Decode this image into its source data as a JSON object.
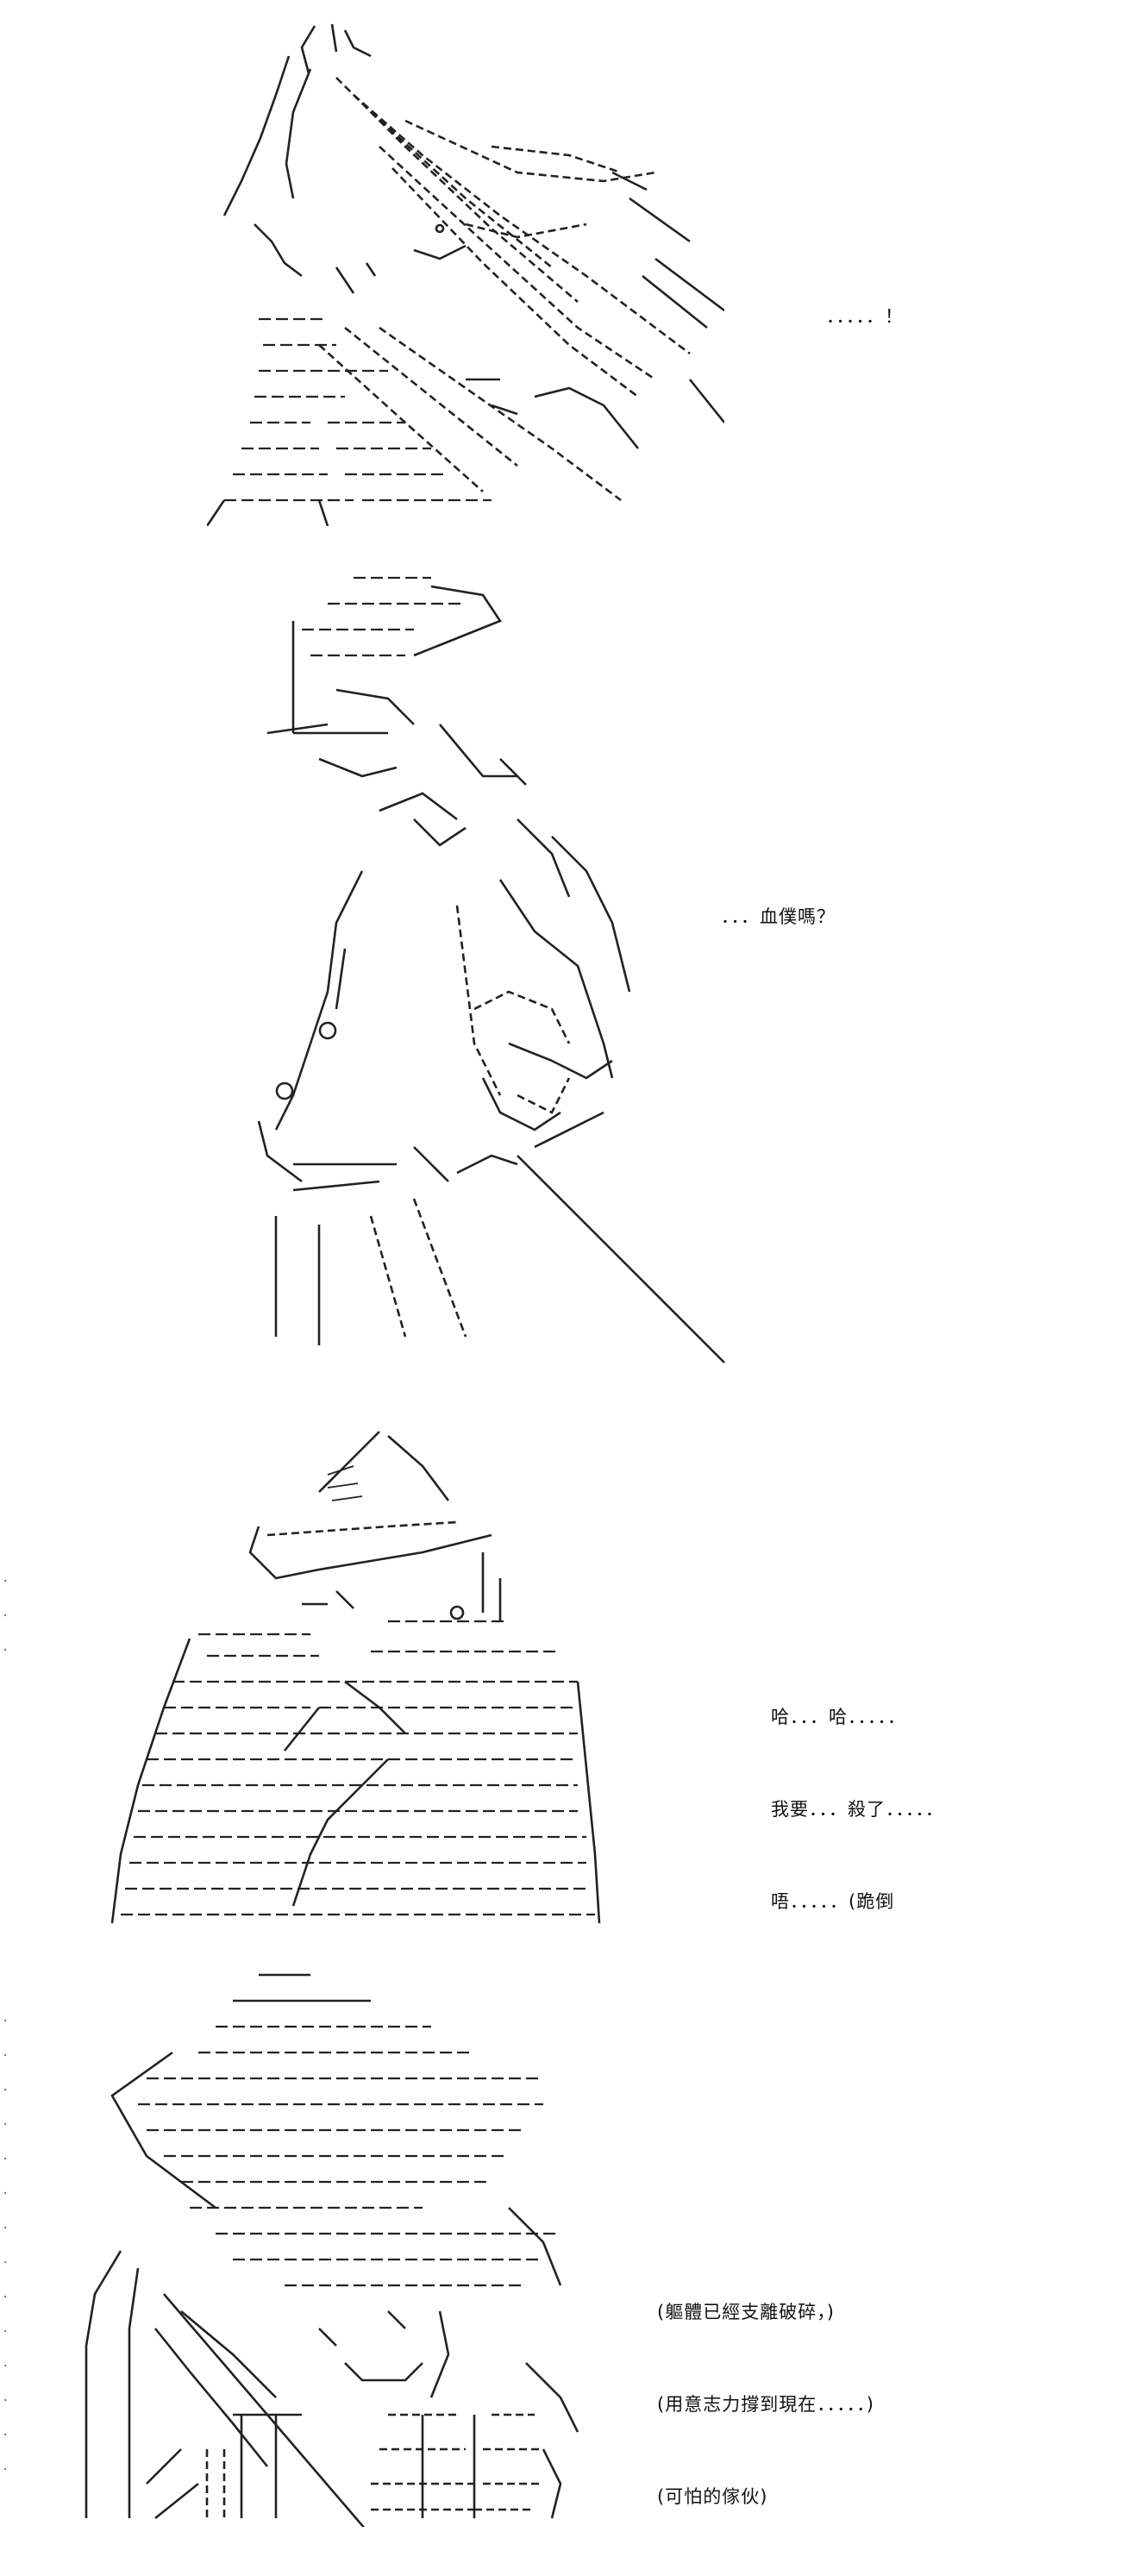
{
  "panels": [
    {
      "id": "panel-1",
      "lines": [
        "．．．．．！"
      ]
    },
    {
      "id": "panel-2",
      "lines": [
        "．．．血僕嗎？"
      ]
    },
    {
      "id": "panel-3",
      "lines": [
        "哈．．．哈．．．．．",
        "我要．．．殺了．．．．．",
        "唔．．．．．(跪倒"
      ]
    },
    {
      "id": "panel-4",
      "lines": [
        "(軀體已經支離破碎，)",
        "(用意志力撐到現在．．．．．)",
        "(可怕的傢伙)"
      ]
    }
  ],
  "art_ink_color": "#222222",
  "background_color": "#ffffff"
}
